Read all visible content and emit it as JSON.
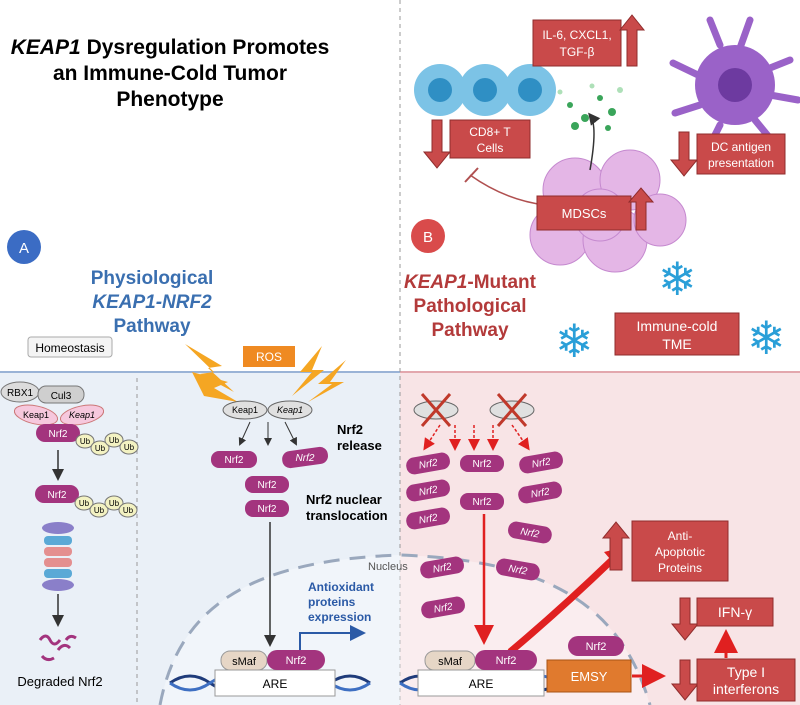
{
  "title": {
    "line1_italic": "KEAP1",
    "line1_rest": " Dysregulation Promotes",
    "line2": "an Immune-Cold Tumor",
    "line3": "Phenotype"
  },
  "panel_a": {
    "badge": "A",
    "heading_line1": "Physiological",
    "heading_line2": "KEAP1-NRF2",
    "heading_line3": "Pathway",
    "homeostasis": "Homeostasis",
    "rbx1": "RBX1",
    "cul3": "Cul3",
    "keap1_a": "Keap1",
    "keap1_b": "Keap1",
    "nrf2": "Nrf2",
    "ub": "Ub",
    "degraded": "Degraded Nrf2",
    "ros": "ROS",
    "nrf2_release_line1": "Nrf2",
    "nrf2_release_line2": "release",
    "translocation_line1": "Nrf2 nuclear",
    "translocation_line2": "translocation",
    "nucleus": "Nucleus",
    "antioxidant_line1": "Antioxidant",
    "antioxidant_line2": "proteins",
    "antioxidant_line3": "expression",
    "smaf": "sMaf",
    "are": "ARE"
  },
  "panel_b": {
    "badge": "B",
    "heading_line1_italic": "KEAP1",
    "heading_line1_rest": "-Mutant",
    "heading_line2": "Pathological",
    "heading_line3": "Pathway",
    "cytokines_line1": "IL-6, CXCL1,",
    "cytokines_line2": "TGF-β",
    "cd8_line1": "CD8+ T",
    "cd8_line2": "Cells",
    "dc_line1": "DC antigen",
    "dc_line2": "presentation",
    "mdscs": "MDSCs",
    "immune_cold_line1": "Immune-cold",
    "immune_cold_line2": "TME",
    "anti_apoptotic_line1": "Anti-",
    "anti_apoptotic_line2": "Apoptotic",
    "anti_apoptotic_line3": "Proteins",
    "ifn": "IFN-γ",
    "type1_line1": "Type I",
    "type1_line2": "interferons",
    "emsy": "EMSY",
    "nrf2": "Nrf2",
    "smaf": "sMaf",
    "are": "ARE"
  },
  "colors": {
    "nrf2": "#a3347e",
    "alert": "#c94a4a",
    "blue_heading": "#3a6fb0",
    "red_heading": "#b33a3a",
    "ros": "#ef8a22"
  }
}
